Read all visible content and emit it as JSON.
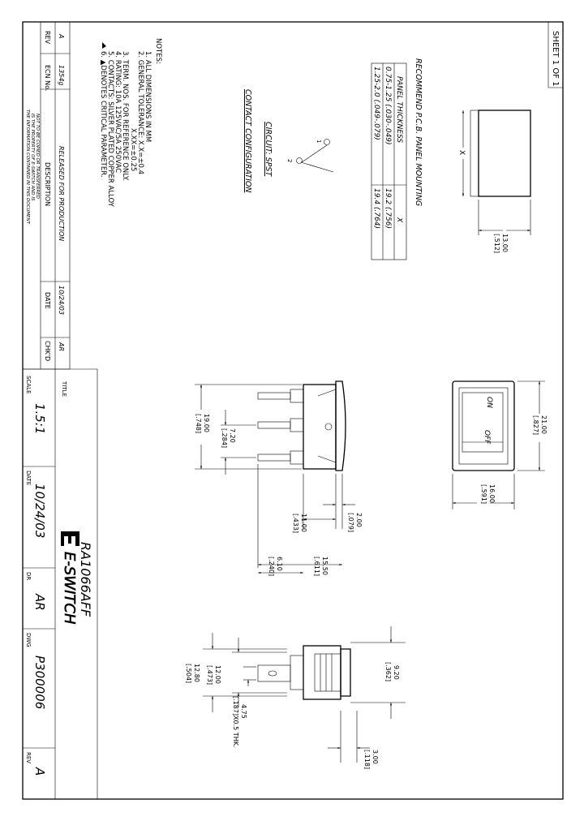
{
  "sheet": "SHEET 1 OF 1",
  "notes": {
    "heading": "NOTES:",
    "lines": [
      "1. ALL DIMENSIONS IN MM",
      "2. GENERAL TOLERANCE: X.X=±0.4",
      "X.XX=±0.25",
      "3. TERM. NOS. FOR REFERENCE ONLY.",
      "4. RATING: 10A 125VAC/5A 250VAC",
      "5. CONTACTS: SILVER PLATED COPPER ALLOY",
      "6. ▲DENOTES CRITICAL PARAMETER."
    ]
  },
  "revision_block": {
    "rev_header": "REV",
    "ecn_header": "ECN No.",
    "description_header": "DESCRIPTION",
    "date_header": "DATE",
    "chkd_header": "CHK'D",
    "rev": "A",
    "ecn": "1354g",
    "description": "RELEASED FOR PRODUCTION",
    "date": "10/24/03",
    "chkd": "AR"
  },
  "disclaimer": [
    "THE INFORMATION CONTAINED IN THIS DOCUMENT",
    "IS THE PROPERTY OF E-SWITCH AND IS",
    "NOT TO BE COPIED OR TRANSFERRED"
  ],
  "circuit": {
    "label": "CIRCUIT: SPST",
    "caption": "CONTACT CONFIGURATION",
    "terminal_1": "1",
    "terminal_2": "2"
  },
  "pcb_table": {
    "title": "RECOMMEND P.C.B. PANEL MOUNTING",
    "headers": [
      "PANEL THICKNESS",
      "X"
    ],
    "rows": [
      [
        "0.75-1.25 (.030-.049)",
        "19.2 (.756)"
      ],
      [
        "1.25-2.0 (.049-.079)",
        "19.4 (.764)"
      ]
    ]
  },
  "dimensions": {
    "cutout_x": "X",
    "cutout_h": "13.00",
    "cutout_h_in": "[.512]",
    "face_h": "21.00",
    "face_h_in": "[.827]",
    "face_w": "16.00",
    "face_w_in": "[.591]",
    "flange": "2.00",
    "flange_in": "[.079]",
    "body_len": "15.50",
    "body_len_in": "[.611]",
    "body_depth": "11.00",
    "body_depth_in": "[.433]",
    "term_len": "6.10",
    "term_len_in": "[.240]",
    "term_pitch": "7.20",
    "term_pitch_in": "[.284]",
    "body_h": "19.00",
    "body_h_in": "[.748]",
    "side_a": "9.20",
    "side_a_in": "[.362]",
    "side_b": "12.00",
    "side_b_in": "[.473]",
    "side_c": "12.80",
    "side_c_in": "[.504]",
    "tab": "4.75",
    "tab_in": "[.187]X0.5 THK.",
    "side_d": "3.00",
    "side_d_in": "[.118]"
  },
  "rocker": {
    "on": "ON",
    "off": "OFF"
  },
  "title_block": {
    "title_label": "TITLE",
    "title": "RA1066AFF",
    "scale_label": "SCALE",
    "scale": "1.5:1",
    "date_label": "DATE",
    "date": "10/24/03",
    "dr_label": "DR",
    "dr": "AR",
    "dwg_label": "DWG",
    "dwg": "P300006",
    "rev_label": "REV",
    "rev": "A",
    "logo": "E-SWITCH"
  }
}
